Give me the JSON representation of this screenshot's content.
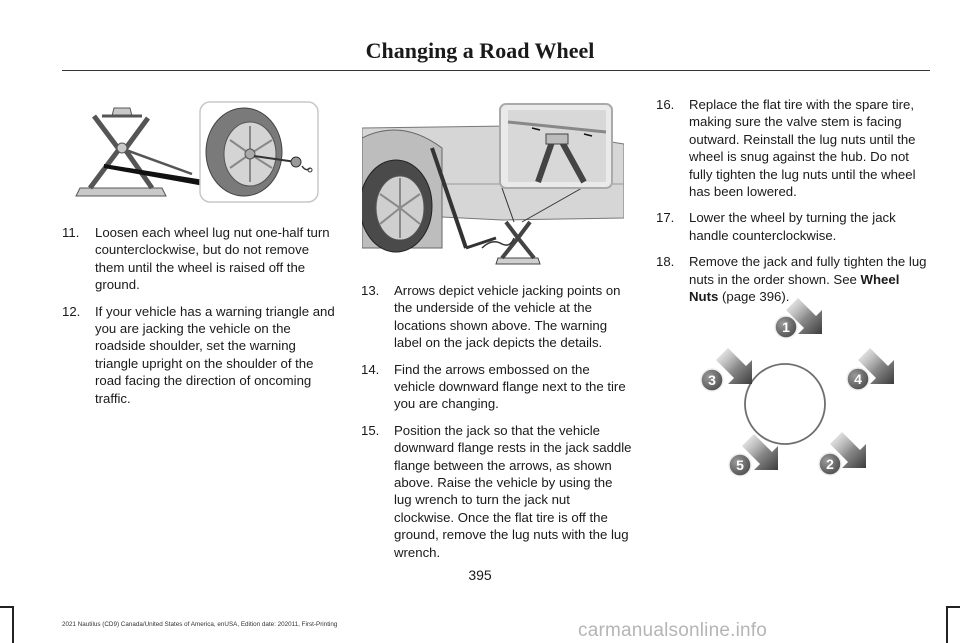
{
  "header": {
    "title": "Changing a Road Wheel"
  },
  "left_column": {
    "steps": [
      {
        "num": "11.",
        "text": "Loosen each wheel lug nut one-half turn counterclockwise, but do not remove them until the wheel is raised off the ground."
      },
      {
        "num": "12.",
        "text": "If your vehicle has a warning triangle and you are jacking the vehicle on the roadside shoulder, set the warning triangle upright on the shoulder of the road facing the direction of oncoming traffic."
      }
    ]
  },
  "middle_column": {
    "steps": [
      {
        "num": "13.",
        "text": "Arrows depict vehicle jacking points on the underside of the vehicle at the locations shown above. The warning label on the jack depicts the details."
      },
      {
        "num": "14.",
        "text": "Find the arrows embossed on the vehicle downward flange next to the tire you are changing."
      },
      {
        "num": "15.",
        "text": "Position the jack so that the vehicle downward flange rests in the jack saddle flange between the arrows, as shown above. Raise the vehicle by using the lug wrench to turn the jack nut clockwise. Once the flat tire is off the ground, remove the lug nuts with the lug wrench."
      }
    ]
  },
  "right_column": {
    "steps": [
      {
        "num": "16.",
        "text": "Replace the flat tire with the spare tire, making sure the valve stem is facing outward. Reinstall the lug nuts until the wheel is snug against the hub. Do not fully tighten the lug nuts until the wheel has been lowered."
      },
      {
        "num": "17.",
        "text": "Lower the wheel by turning the jack handle counterclockwise."
      }
    ],
    "step18": {
      "num": "18.",
      "text_before": "Remove the jack and fully tighten the lug nuts in the order shown.  See ",
      "link_bold": "Wheel Nuts",
      "text_after": " (page 396)."
    }
  },
  "lug_nut_diagram": {
    "labels": [
      "1",
      "2",
      "3",
      "4",
      "5"
    ]
  },
  "footer": {
    "page_number": "395",
    "edition_text": "2021 Nautilus (CD9) Canada/United States of America, enUSA, Edition date: 202011, First-Printing",
    "watermark": "carmanualsonline.info"
  },
  "colors": {
    "text": "#1a1a1a",
    "badge": "#6e6e6e",
    "arrow": "#3c3c3c",
    "arrow_light": "#c4c4c4"
  }
}
